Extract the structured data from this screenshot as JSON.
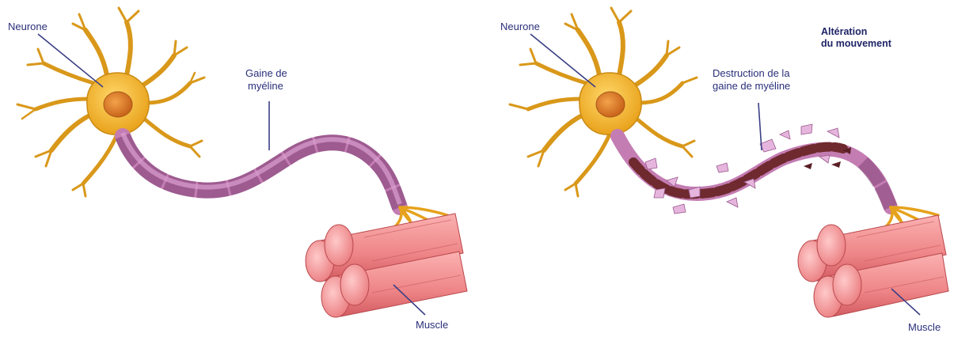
{
  "healthy": {
    "neuron_label": "Neurone",
    "myelin_label_line1": "Gaine de",
    "myelin_label_line2": "myéline",
    "muscle_label": "Muscle"
  },
  "damaged": {
    "neuron_label": "Neurone",
    "destruction_label_line1": "Destruction de la",
    "destruction_label_line2": "gaine de myéline",
    "title_line1": "Altération",
    "title_line2": "du mouvement",
    "muscle_label": "Muscle"
  },
  "colors": {
    "neuron_body": "#f2b630",
    "neuron_outline": "#c98a12",
    "nucleus": "#e07d1e",
    "myelin": "#b96aa8",
    "myelin_outline": "#7d3f72",
    "damaged_myelin": "#6e2a2e",
    "muscle": "#f08a8a",
    "muscle_dark": "#d45a5e",
    "label_text": "#2a2f7a"
  }
}
